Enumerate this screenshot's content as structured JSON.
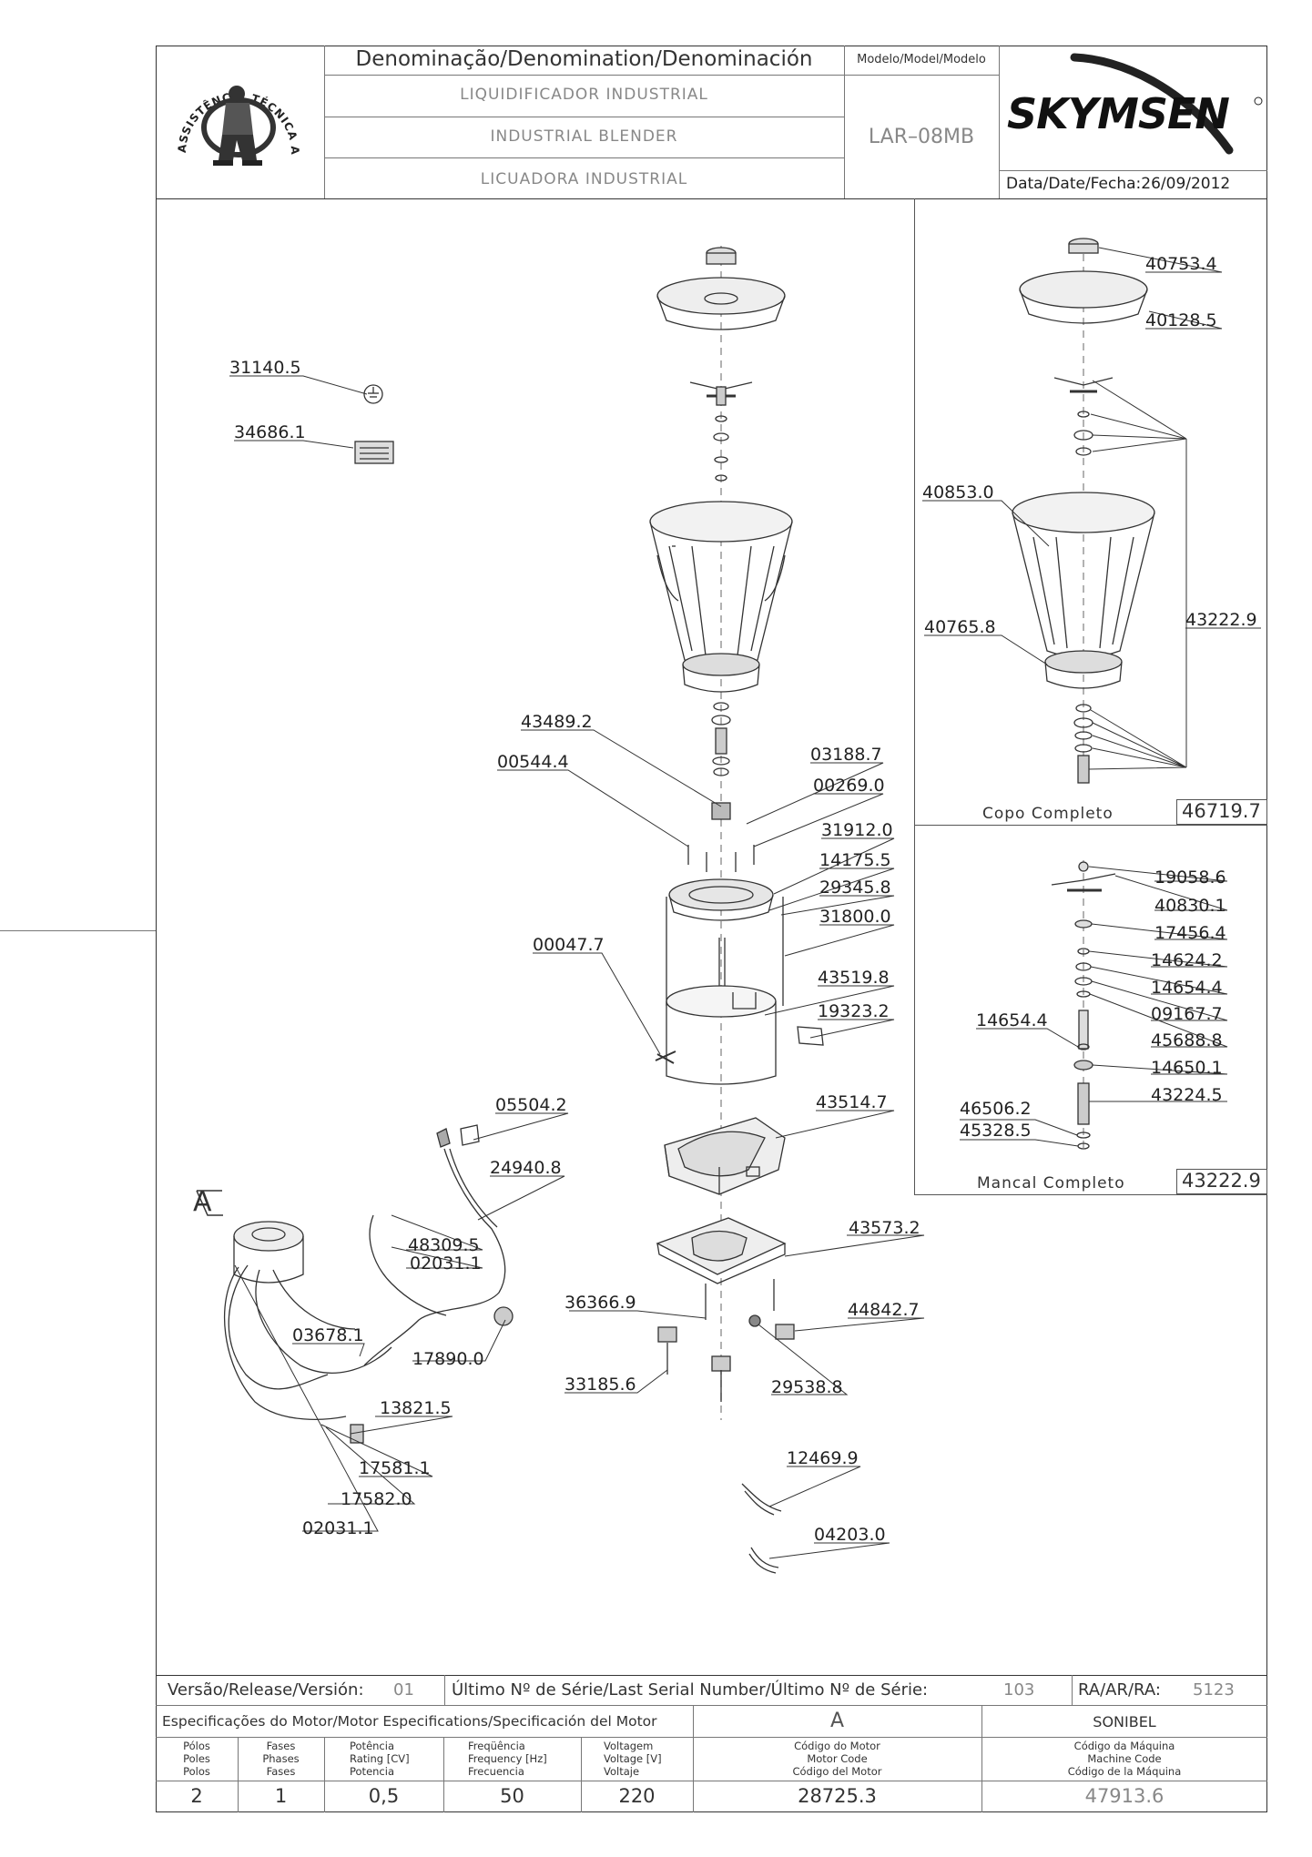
{
  "header": {
    "denomination_label": "Denominação/Denomination/Denominación",
    "model_label": "Modelo/Model/Modelo",
    "name_pt": "LIQUIDIFICADOR INDUSTRIAL",
    "name_en": "INDUSTRIAL BLENDER",
    "name_es": "LICUADORA INDUSTRIAL",
    "model_value": "LAR–08MB",
    "brand": "SKYMSEN",
    "date_label": "Data/Date/Fecha:",
    "date_value": "26/09/2012",
    "seal_text": "ASSISTÊNCIA TÉCNICA AUTORIZADA"
  },
  "sub_assemblies": {
    "cup_label": "Copo Completo",
    "cup_code": "46719.7",
    "bearing_label": "Mancal Completo",
    "bearing_code": "43222.9"
  },
  "parts": {
    "main": [
      "31140.5",
      "34686.1",
      "43489.2",
      "00544.4",
      "03188.7",
      "00269.0",
      "31912.0",
      "14175.5",
      "29345.8",
      "31800.0",
      "00047.7",
      "43519.8",
      "19323.2",
      "05504.2",
      "24940.8",
      "43514.7",
      "48309.5",
      "02031.1",
      "03678.1",
      "17890.0",
      "43573.2",
      "36366.9",
      "44842.7",
      "33185.6",
      "29538.8",
      "13821.5",
      "17581.1",
      "17582.0",
      "02031.1",
      "12469.9",
      "04203.0"
    ],
    "cup": [
      "40753.4",
      "40128.5",
      "40853.0",
      "40765.8",
      "43222.9"
    ],
    "bearing": [
      "19058.6",
      "40830.1",
      "17456.4",
      "14624.2",
      "14654.4",
      "09167.7",
      "14654.4",
      "45688.8",
      "14650.1",
      "43224.5",
      "46506.2",
      "45328.5"
    ]
  },
  "motor_marker": "A",
  "footer": {
    "release_label": "Versão/Release/Versión:",
    "release_value": "01",
    "serial_label": "Último Nº de Série/Last Serial Number/Último Nº de Série:",
    "serial_value": "103",
    "ra_label": "RA/AR/RA:",
    "ra_value": "5123",
    "motor_spec_label": "Especificações do Motor/Motor Especifications/Specificación del Motor",
    "motor_type": "A",
    "motor_maker": "SONIBEL",
    "col_poles": [
      "Pólos",
      "Poles",
      "Polos"
    ],
    "col_phases": [
      "Fases",
      "Phases",
      "Fases"
    ],
    "col_power": [
      "Potência",
      "Rating [CV]",
      "Potencia"
    ],
    "col_freq": [
      "Freqüência",
      "Frequency [Hz]",
      "Frecuencia"
    ],
    "col_voltage": [
      "Voltagem",
      "Voltage [V]",
      "Voltaje"
    ],
    "col_motor_code": [
      "Código do Motor",
      "Motor Code",
      "Código del Motor"
    ],
    "col_machine_code": [
      "Código da Máquina",
      "Machine Code",
      "Código de la Máquina"
    ],
    "poles": "2",
    "phases": "1",
    "power": "0,5",
    "frequency": "50",
    "voltage": "220",
    "motor_code": "28725.3",
    "machine_code": "47913.6"
  }
}
